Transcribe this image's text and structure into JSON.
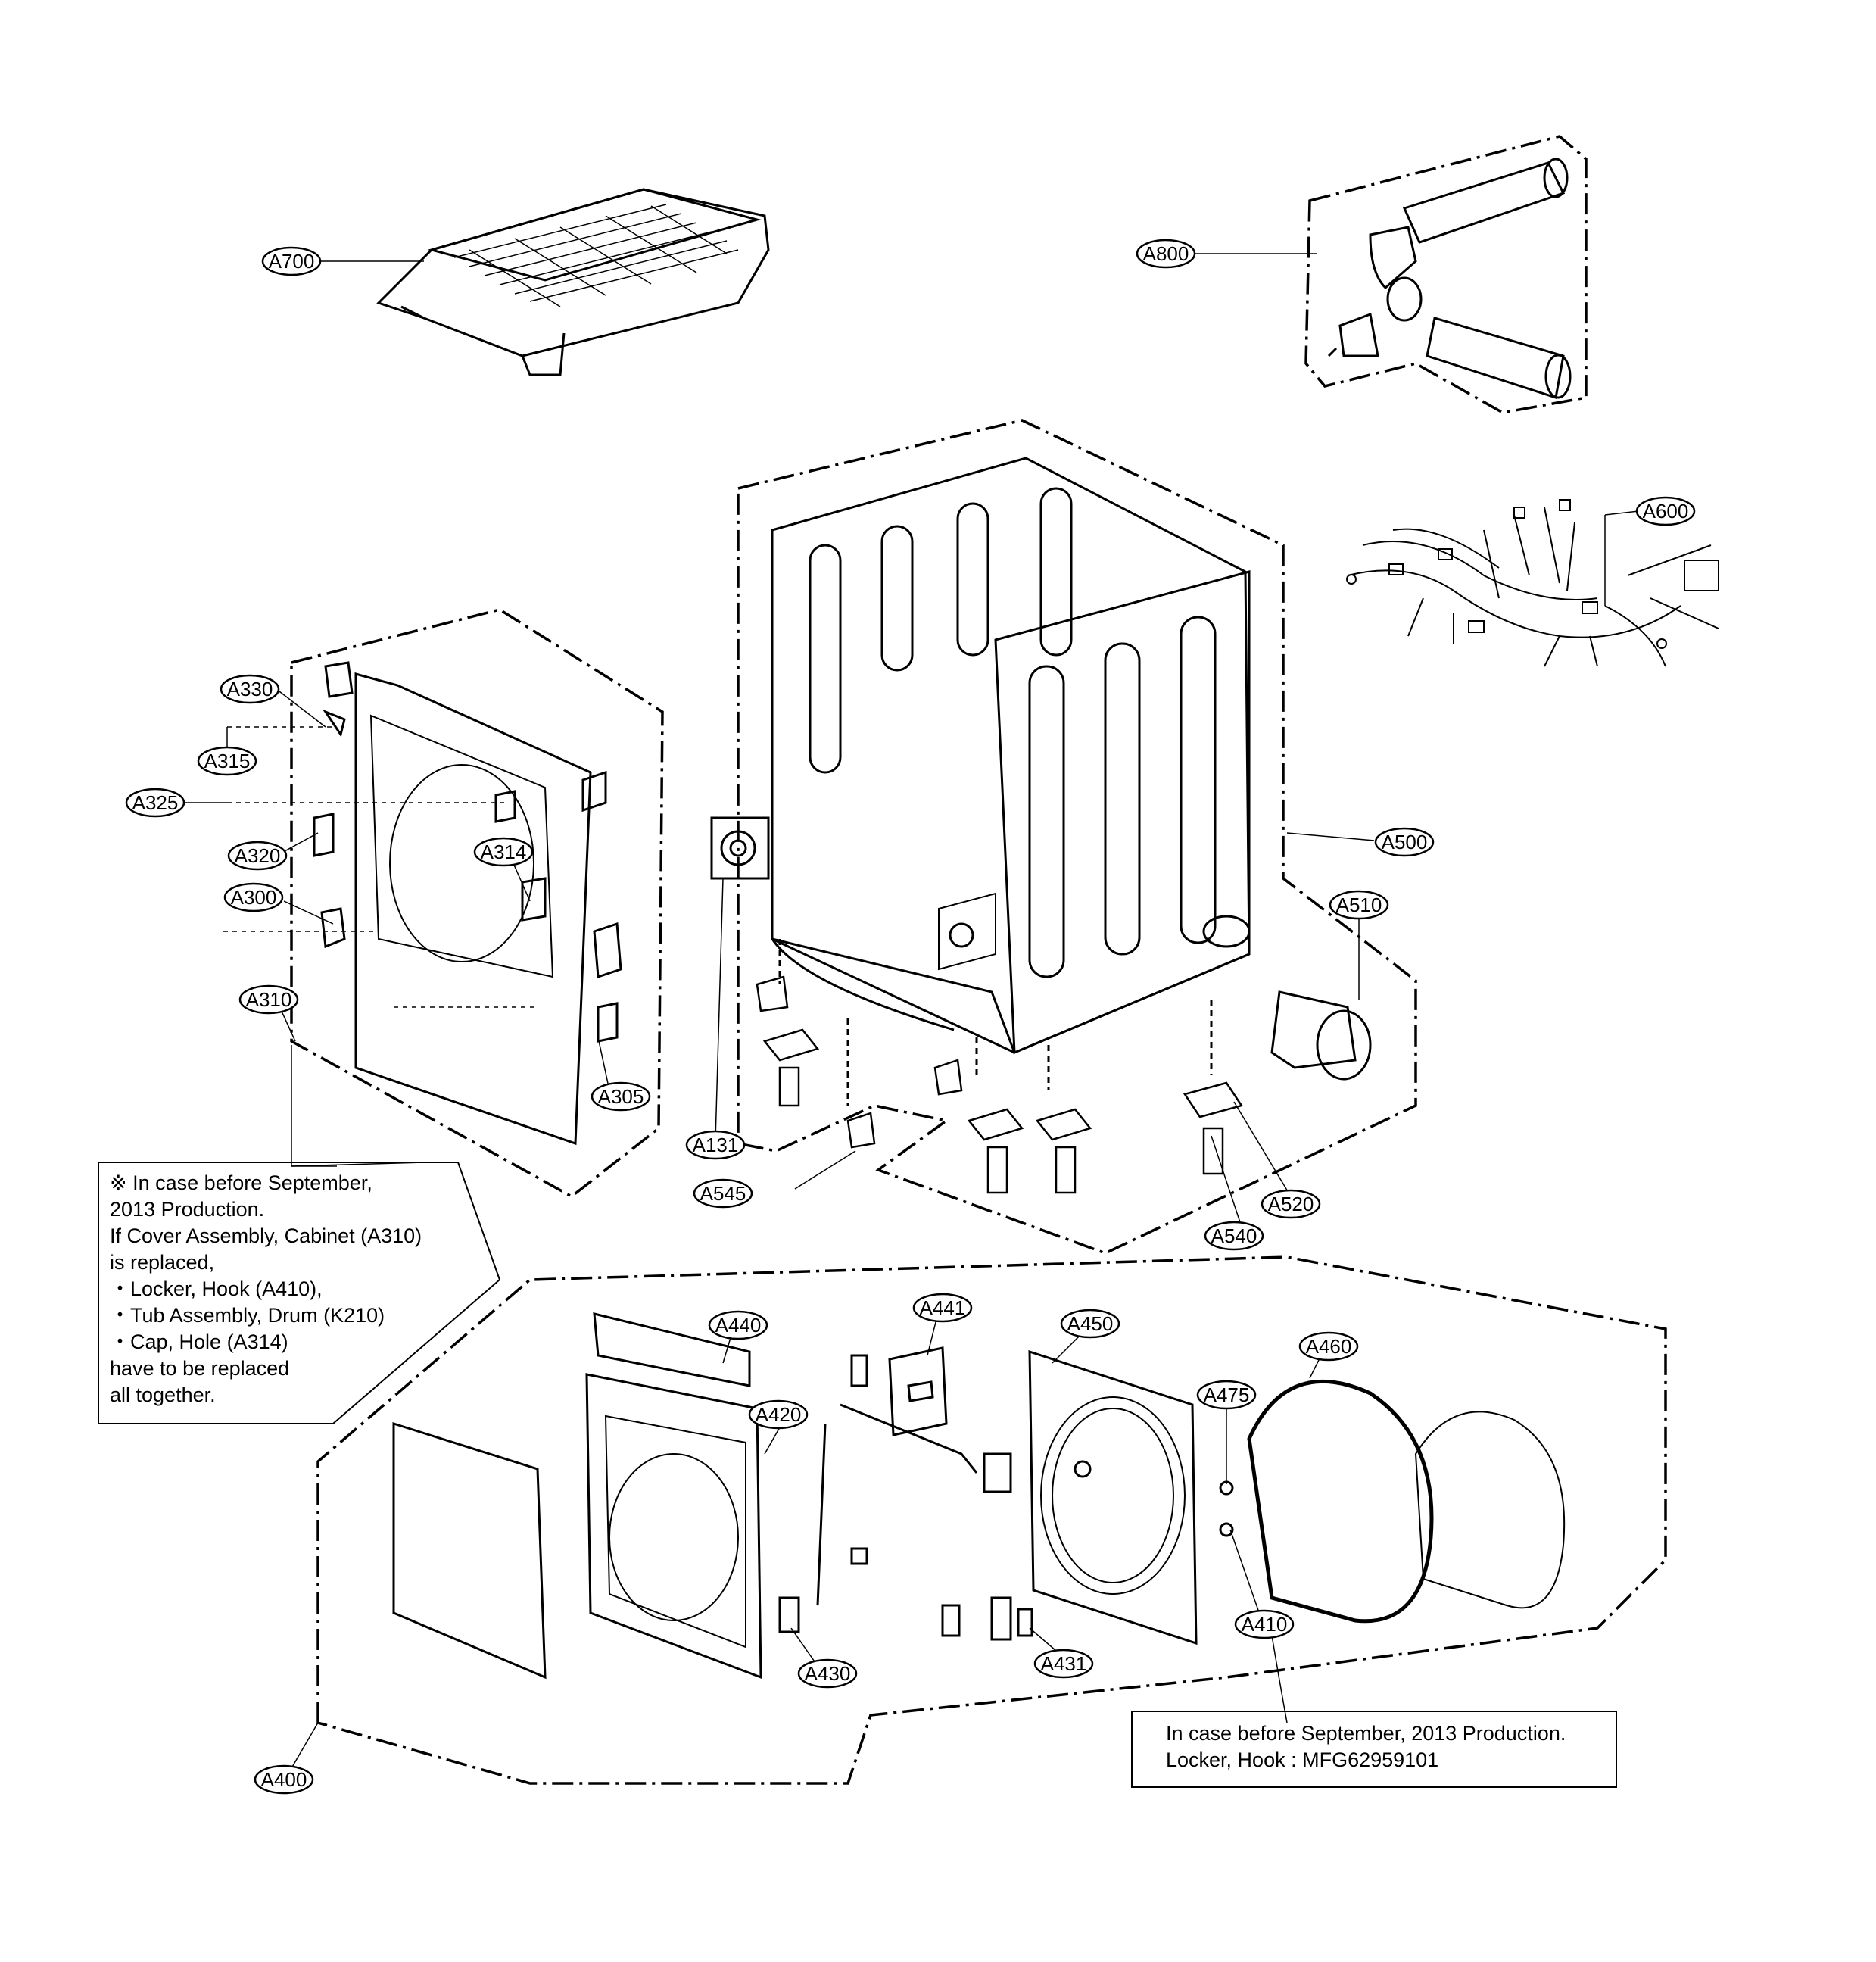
{
  "diagram": {
    "colors": {
      "line": "#000000",
      "background": "#ffffff"
    },
    "parts": {
      "A700": "A700",
      "A800": "A800",
      "A600": "A600",
      "A500": "A500",
      "A510": "A510",
      "A330": "A330",
      "A315": "A315",
      "A325": "A325",
      "A320": "A320",
      "A314": "A314",
      "A300": "A300",
      "A310": "A310",
      "A305": "A305",
      "A131": "A131",
      "A545": "A545",
      "A520": "A520",
      "A540": "A540",
      "A440": "A440",
      "A441": "A441",
      "A450": "A450",
      "A460": "A460",
      "A475": "A475",
      "A420": "A420",
      "A410": "A410",
      "A430": "A430",
      "A431": "A431",
      "A400": "A400"
    },
    "note_left": {
      "lines": [
        "※ In case before September,",
        "2013 Production.",
        "If Cover Assembly, Cabinet (A310)",
        "is replaced,",
        "・Locker, Hook (A410),",
        "・Tub Assembly, Drum (K210)",
        "・Cap, Hole (A314)",
        "have to be replaced",
        "all together."
      ]
    },
    "note_right": {
      "lines": [
        "In case before September, 2013 Production.",
        "Locker, Hook : MFG62959101"
      ]
    }
  }
}
